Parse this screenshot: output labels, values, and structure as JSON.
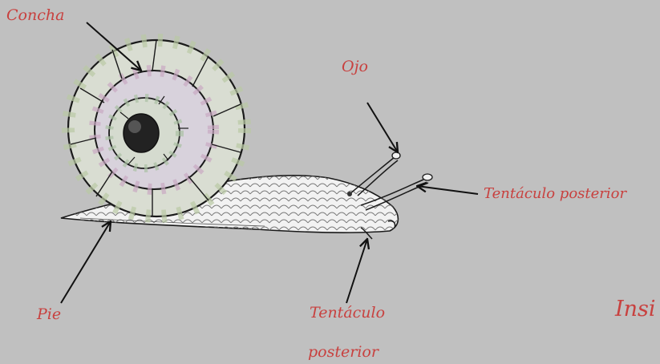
{
  "labels": {
    "shell": "Concha",
    "eye": "Ojo",
    "tentacle_right": "Tentáculo posterior",
    "foot": "Pie",
    "tentacle_bottom_line1": "Tentáculo",
    "tentacle_bottom_line2": "posterior",
    "cut_off": "Insi"
  },
  "colors": {
    "background": "#c0c0c0",
    "label": "#c8413f",
    "ink": "#1a1a1a",
    "body_fill": "#f2f2f2"
  }
}
